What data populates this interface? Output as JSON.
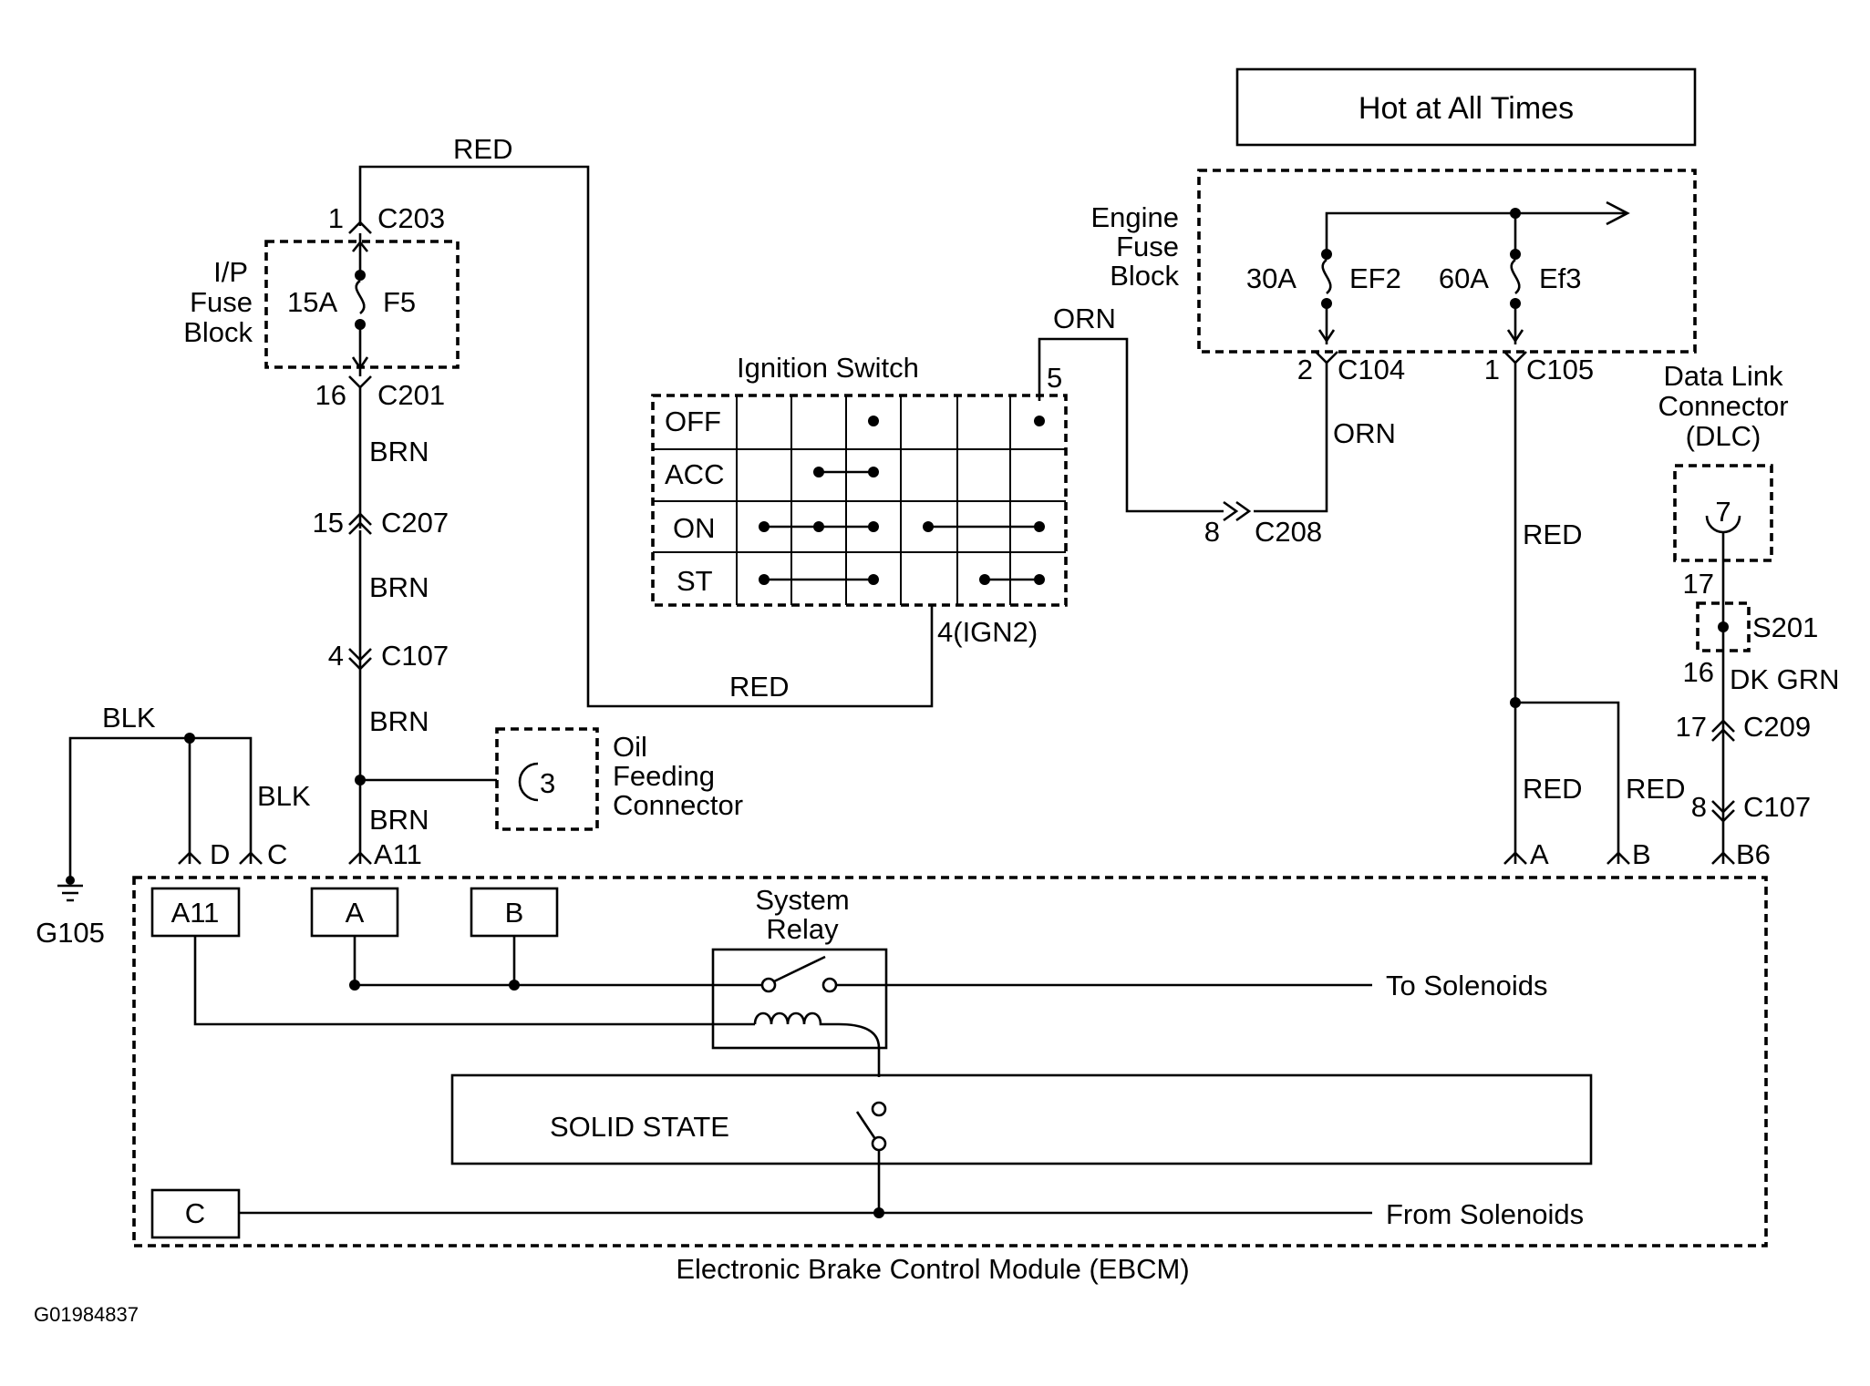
{
  "labels": {
    "hot": "Hot at All Times",
    "engine_fuse_block": [
      "Engine",
      "Fuse",
      "Block"
    ],
    "ef2_rating": "30A",
    "ef2_name": "EF2",
    "ef3_rating": "60A",
    "ef3_name": "Ef3",
    "ip_fuse_block": [
      "I/P",
      "Fuse",
      "Block"
    ],
    "f5_rating": "15A",
    "f5_name": "F5",
    "ignition_switch": "Ignition Switch",
    "switch_rows": [
      "OFF",
      "ACC",
      "ON",
      "ST"
    ],
    "ign2": "4(IGN2)",
    "pin5": "5",
    "dlc": [
      "Data Link",
      "Connector",
      "(DLC)"
    ],
    "dlc_pin": "7",
    "oil": [
      "Oil",
      "Feeding",
      "Connector"
    ],
    "oil_pin": "3",
    "system_relay": [
      "System",
      "Relay"
    ],
    "solid_state": "SOLID STATE",
    "to_solenoids": "To Solenoids",
    "from_solenoids": "From Solenoids",
    "ebcm": "Electronic Brake Control Module (EBCM)",
    "ground": "G105",
    "figure_id": "G01984837"
  },
  "connectors": {
    "c203": "C203",
    "c203_pin": "1",
    "c201": "C201",
    "c201_pin": "16",
    "c207": "C207",
    "c207_pin": "15",
    "c107": "C107",
    "c107_pin": "4",
    "c104": "C104",
    "c104_pin": "2",
    "c105": "C105",
    "c105_pin": "1",
    "c208": "C208",
    "c208_pin": "8",
    "s201": "S201",
    "s201_pin_top": "17",
    "s201_pin_bottom": "16",
    "c209": "C209",
    "c209_pin": "17",
    "c107b": "C107",
    "c107b_pin": "8",
    "pin_d": "D",
    "pin_c": "C",
    "pin_a11": "A11",
    "pin_a": "A",
    "pin_b": "B",
    "pin_b6": "B6"
  },
  "wires": {
    "red": "RED",
    "brn": "BRN",
    "orn": "ORN",
    "blk": "BLK",
    "dk_grn": "DK GRN"
  },
  "ebcm_terminals": [
    "A11",
    "A",
    "B",
    "C"
  ]
}
